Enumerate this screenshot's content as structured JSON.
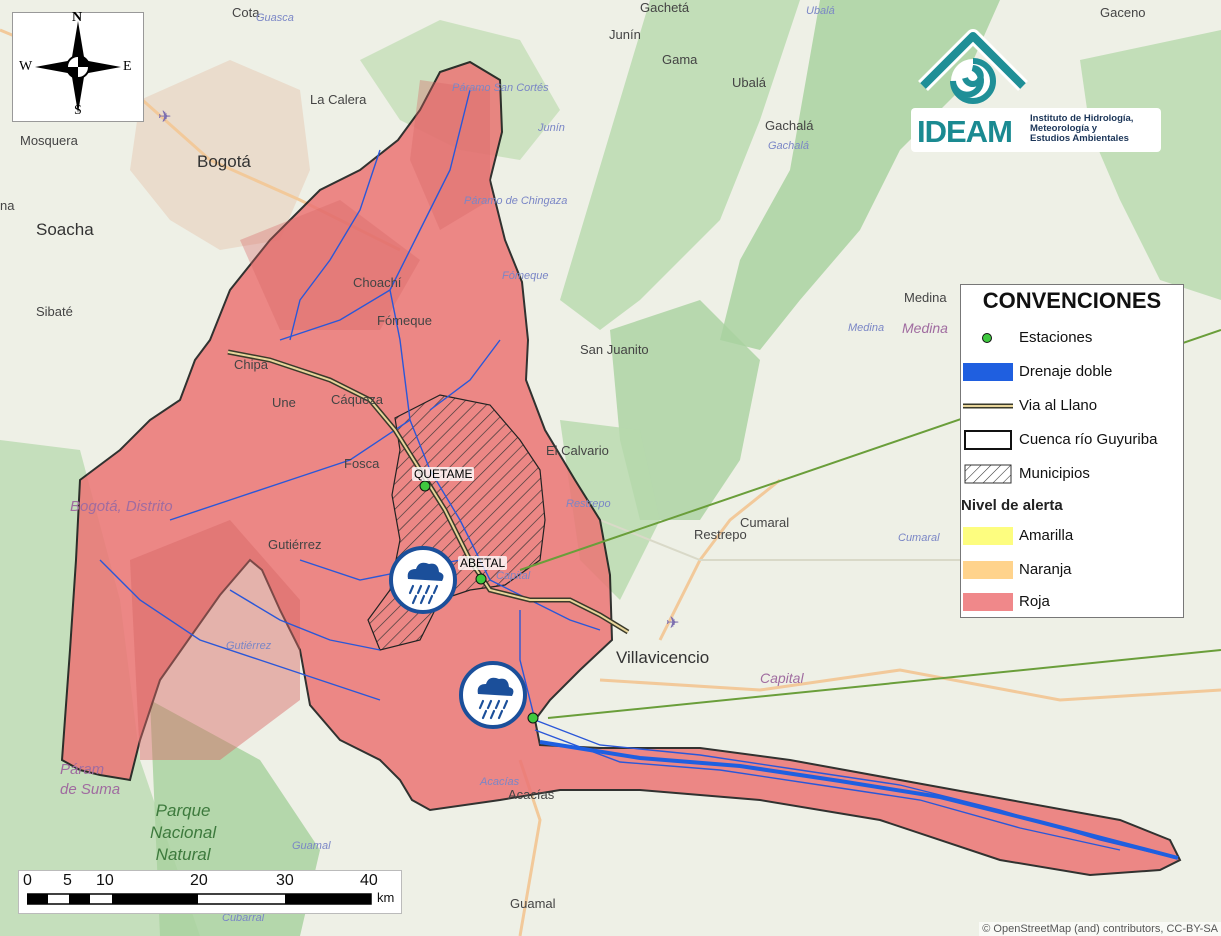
{
  "map": {
    "places_city": [
      {
        "id": "bogota",
        "label": "Bogotá"
      },
      {
        "id": "soacha",
        "label": "Soacha"
      },
      {
        "id": "villavicencio",
        "label": "Villavicencio"
      }
    ],
    "places_town": [
      {
        "id": "cota",
        "label": "Cota"
      },
      {
        "id": "gacheta",
        "label": "Gachetá"
      },
      {
        "id": "gaceno",
        "label": "Gaceno"
      },
      {
        "id": "junin",
        "label": "Junín"
      },
      {
        "id": "gama",
        "label": "Gama"
      },
      {
        "id": "ubala",
        "label": "Ubalá"
      },
      {
        "id": "gachala",
        "label": "Gachalá"
      },
      {
        "id": "la-calera",
        "label": "La Calera"
      },
      {
        "id": "mosquera",
        "label": "Mosquera"
      },
      {
        "id": "sibate",
        "label": "Sibaté"
      },
      {
        "id": "choachi",
        "label": "Choachí"
      },
      {
        "id": "fomeque",
        "label": "Fómeque"
      },
      {
        "id": "une",
        "label": "Une"
      },
      {
        "id": "caqueza",
        "label": "Cáqueza"
      },
      {
        "id": "fosca",
        "label": "Fosca"
      },
      {
        "id": "gutierrez",
        "label": "Gutiérrez"
      },
      {
        "id": "san-juanito",
        "label": "San Juanito"
      },
      {
        "id": "el-calvario",
        "label": "El Calvario"
      },
      {
        "id": "restrepo",
        "label": "Restrepo"
      },
      {
        "id": "cumaral",
        "label": "Cumaral"
      },
      {
        "id": "medina",
        "label": "Medina"
      },
      {
        "id": "acacias",
        "label": "Acacías"
      },
      {
        "id": "guamal",
        "label": "Guamal"
      },
      {
        "id": "chipaque",
        "label": "Chipa"
      },
      {
        "id": "na",
        "label": "na"
      }
    ],
    "places_river": [
      {
        "id": "guasca",
        "label": "Guasca"
      },
      {
        "id": "ubala-r",
        "label": "Ubalá"
      },
      {
        "id": "junin-r",
        "label": "Junín"
      },
      {
        "id": "gachala-r",
        "label": "Gachalá"
      },
      {
        "id": "fomeque-r",
        "label": "Fómeque"
      },
      {
        "id": "medina-r",
        "label": "Medina"
      },
      {
        "id": "restrepo-r",
        "label": "Restrepo"
      },
      {
        "id": "cumaral-r",
        "label": "Cumaral"
      },
      {
        "id": "gutierrez-r",
        "label": "Gutiérrez"
      },
      {
        "id": "guamal-r",
        "label": "Guamal"
      },
      {
        "id": "cubarral-r",
        "label": "Cubarral"
      },
      {
        "id": "paramo-sc",
        "label": "Páramo San Cortés"
      },
      {
        "id": "paramo-ch",
        "label": "Páramo de Chingaza"
      },
      {
        "id": "capital-r",
        "label": "Capital"
      },
      {
        "id": "acacias-r",
        "label": "Acacías"
      }
    ],
    "places_region": [
      {
        "id": "bogota-dc",
        "label": "Bogotá, Distrito"
      },
      {
        "id": "capital",
        "label": "Capital"
      },
      {
        "id": "medina-reg",
        "label": "Medina"
      },
      {
        "id": "paramo-suma",
        "label": "Páram\nde Suma"
      }
    ],
    "park": "Parque\nNacional\nNatural",
    "stations": [
      {
        "id": "quetame",
        "label": "QUETAME"
      },
      {
        "id": "puente-quetame",
        "label": "ABETAL"
      },
      {
        "id": "station-3",
        "label": ""
      }
    ]
  },
  "compass": {
    "n": "N",
    "s": "S",
    "e": "E",
    "w": "W"
  },
  "logo": {
    "name": "IDEAM",
    "subtitle_1": "Instituto de Hidrología,",
    "subtitle_2": "Meteorología y",
    "subtitle_3": "Estudios Ambientales"
  },
  "legend": {
    "title": "CONVENCIONES",
    "items": [
      {
        "id": "estaciones",
        "label": "Estaciones"
      },
      {
        "id": "drenaje",
        "label": "Drenaje doble",
        "color": "#1f5fe0"
      },
      {
        "id": "via",
        "label": "Via al Llano"
      },
      {
        "id": "cuenca",
        "label": "Cuenca río Guyuriba"
      },
      {
        "id": "municipios",
        "label": "Municipios"
      }
    ],
    "section": "Nivel de alerta",
    "levels": [
      {
        "id": "amarilla",
        "label": "Amarilla",
        "color": "#fdfd7f"
      },
      {
        "id": "naranja",
        "label": "Naranja",
        "color": "#ffd38c"
      },
      {
        "id": "roja",
        "label": "Roja",
        "color": "#f0888a"
      }
    ]
  },
  "scale": {
    "ticks": [
      "0",
      "5",
      "10",
      "20",
      "30",
      "40"
    ],
    "unit": "km"
  },
  "attribution": "© OpenStreetMap (and) contributors, CC-BY-SA",
  "colors": {
    "alert_red": "#ec7575",
    "green_relief": "#a9d2a0",
    "river": "#1f5fe0",
    "callout": "#6a9e3a",
    "icon_blue": "#1b4f9a"
  }
}
